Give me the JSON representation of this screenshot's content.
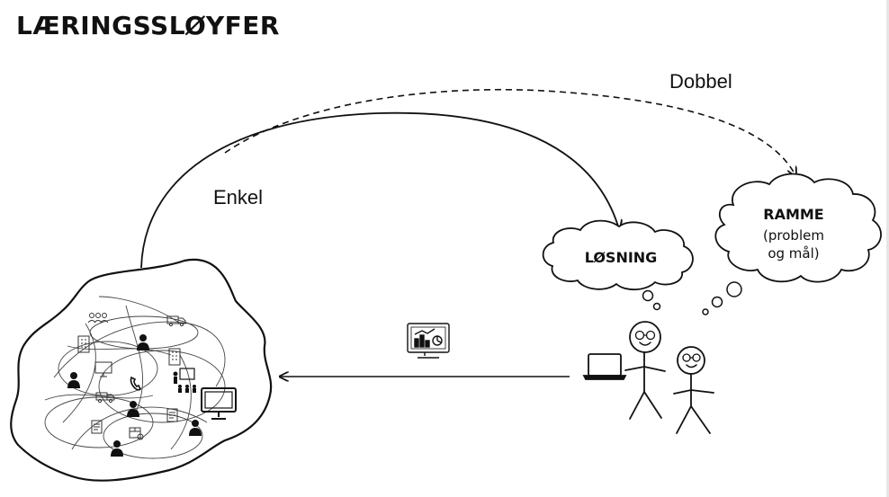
{
  "title": "LÆRINGSSLØYFER",
  "loops": {
    "single": "Enkel",
    "double": "Dobbel"
  },
  "clouds": {
    "solution": "LØSNING",
    "frame_title": "RAMME",
    "frame_line1": "(problem",
    "frame_line2": "og mål)"
  },
  "colors": {
    "ink": "#111111",
    "background": "#ffffff"
  },
  "icons": [
    "group-icon",
    "building-icon",
    "person-icon",
    "truck-icon",
    "monitor-icon",
    "phone-icon",
    "presentation-icon",
    "document-icon",
    "box-icon",
    "analytics-monitor-icon",
    "laptop-icon",
    "stick-figure-icon"
  ]
}
